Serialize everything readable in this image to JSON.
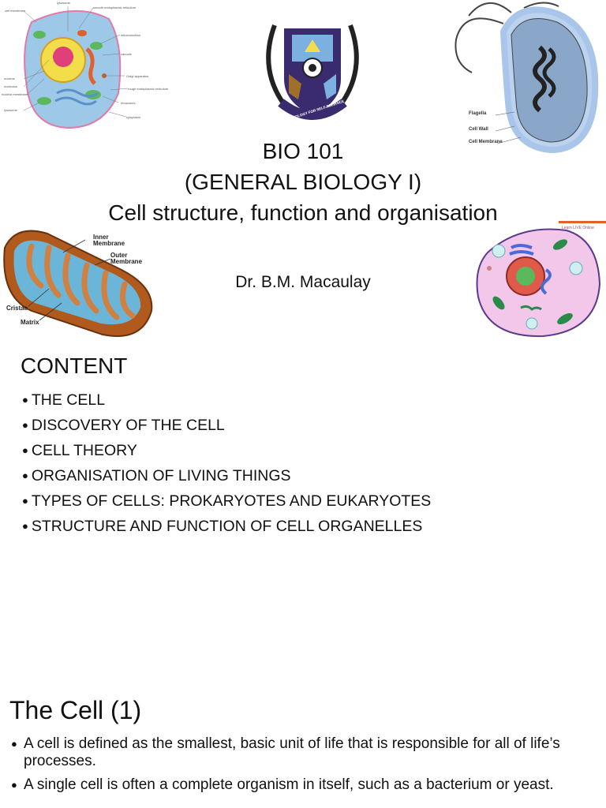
{
  "slide1": {
    "title_lines": [
      "BIO 101",
      "(GENERAL BIOLOGY I)",
      "Cell structure, function and organisation"
    ],
    "author": "Dr. B.M. Macaulay",
    "logo_motto": "TECHNOLOGY FOR SELF RELIANCE",
    "animal_cell_labels": {
      "cell_membrane": "cell membrane",
      "lysosome": "lysosome",
      "smooth_er": "smooth endoplasmic reticulum",
      "mitochondrion": "mitochondrion",
      "vacuole": "vacuole",
      "nucleus": "nucleus",
      "nucleolus": "nucleolus",
      "nuclear_membrane": "nuclear membrane",
      "lysosome2": "lysosome",
      "golgi": "Golgi apparatus",
      "rough_er": "rough endoplasmic reticulum",
      "ribosomes": "ribosomes",
      "cytoplasm": "cytoplasm"
    },
    "bacteria_labels": {
      "flagella": "Flagella",
      "cell_wall": "Cell Wall",
      "cell_membrane": "Cell Membrane"
    },
    "mito_labels": {
      "inner": [
        "Inner",
        "Membrane"
      ],
      "outer": [
        "Outer",
        "Membrane"
      ],
      "cristae": "Cristae",
      "matrix": "Matrix"
    },
    "watermark": "Learn LIVE Online"
  },
  "slide2": {
    "heading": "CONTENT",
    "bullet_char": "●",
    "items": [
      "THE CELL",
      "DISCOVERY OF THE CELL",
      "CELL THEORY",
      "ORGANISATION OF LIVING THINGS",
      "TYPES OF CELLS: PROKARYOTES AND EUKARYOTES",
      "STRUCTURE AND FUNCTION OF CELL ORGANELLES"
    ]
  },
  "slide3": {
    "heading": "The Cell (1)",
    "bullet_char": "●",
    "items": [
      "A cell is defined as the smallest, basic unit of life that is responsible for all of life’s processes.",
      "A single cell is often a complete organism in itself, such as a bacterium or yeast."
    ]
  },
  "colors": {
    "logo_purple": "#3a2a6e",
    "cytoplasm_blue": "#9ec8e8",
    "nucleus_yellow": "#f4dd4a",
    "mito_brown": "#b05a1e",
    "mito_blue": "#6bb6d8",
    "cell_pink": "#f3c7ea",
    "bacteria_blue": "#a9c6ea"
  }
}
